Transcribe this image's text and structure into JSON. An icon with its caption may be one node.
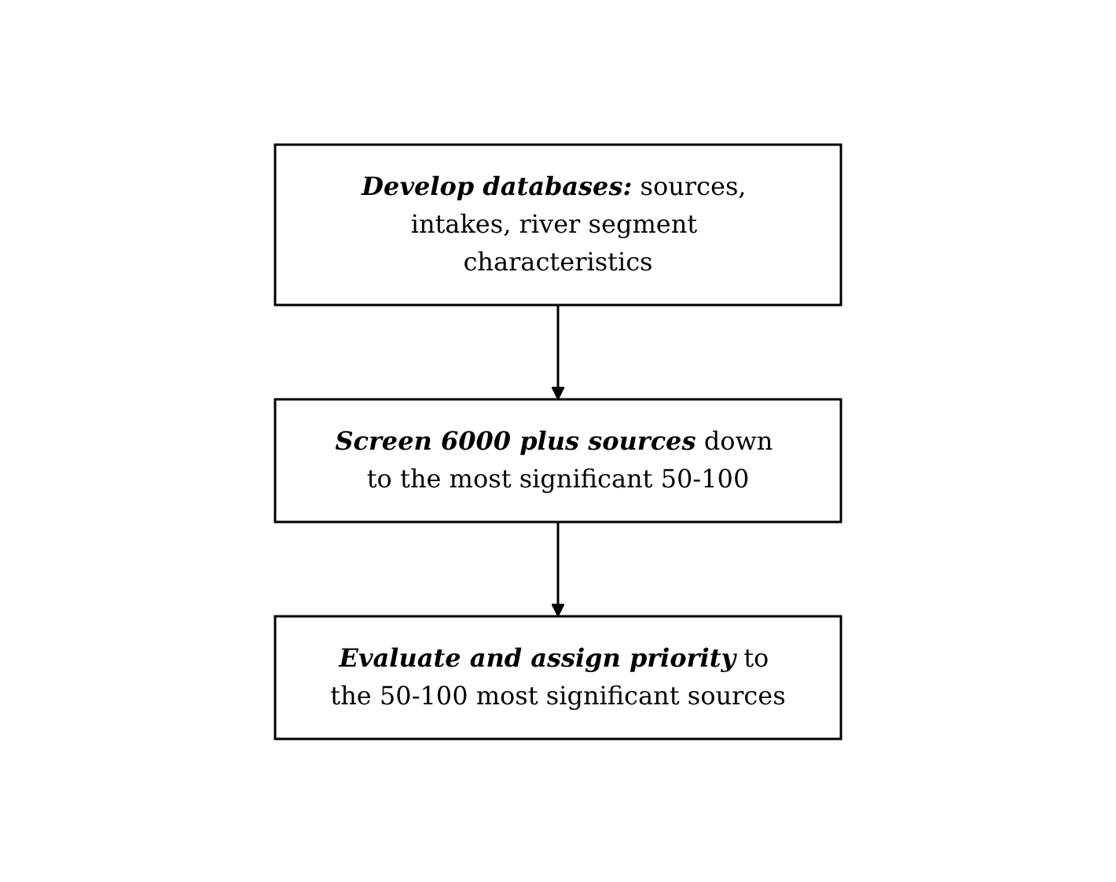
{
  "diagram": {
    "nodes": [
      {
        "text": [
          "Develop databases:",
          "sources, intakes, river segment characteristics"
        ]
      },
      {
        "text": [
          "Screen 6000 plus sources",
          "down to the most significant 50-100"
        ]
      },
      {
        "text": [
          "Evaluate and assign priority",
          "to the 50-100 most significant sources"
        ]
      }
    ],
    "edges": [
      {
        "from": 0,
        "to": 1,
        "arrow": "to"
      },
      {
        "from": 1,
        "to": 2,
        "arrow": "to"
      }
    ]
  }
}
